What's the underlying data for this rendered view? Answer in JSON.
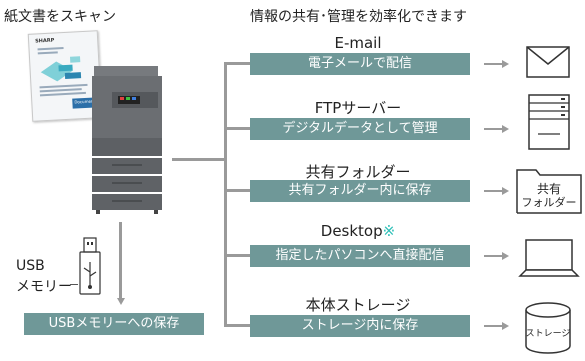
{
  "header": {
    "left": "紙文書をスキャン",
    "right": "情報の共有･管理を効率化できます"
  },
  "document": {
    "brand": "SHARP",
    "caption": "Document"
  },
  "usb": {
    "label_line1": "USB",
    "label_line2": "メモリー",
    "action": "USBメモリーへの保存"
  },
  "services": [
    {
      "title": "E-mail",
      "action": "電子メールで配信",
      "icon": "envelope-icon"
    },
    {
      "title": "FTPサーバー",
      "action": "デジタルデータとして管理",
      "icon": "server-icon"
    },
    {
      "title": "共有フォルダー",
      "action": "共有フォルダー内に保存",
      "icon": "folder-icon",
      "icon_text_1": "共有",
      "icon_text_2": "フォルダー"
    },
    {
      "title": "Desktop",
      "title_mark": "※",
      "action": "指定したパソコンへ直接配信",
      "icon": "laptop-icon"
    },
    {
      "title": "本体ストレージ",
      "action": "ストレージ内に保存",
      "icon": "storage-icon",
      "icon_text": "ストレージ"
    }
  ],
  "colors": {
    "pill": "#6f9898",
    "line": "#9a9a9a",
    "mark": "#2fc0b8"
  }
}
